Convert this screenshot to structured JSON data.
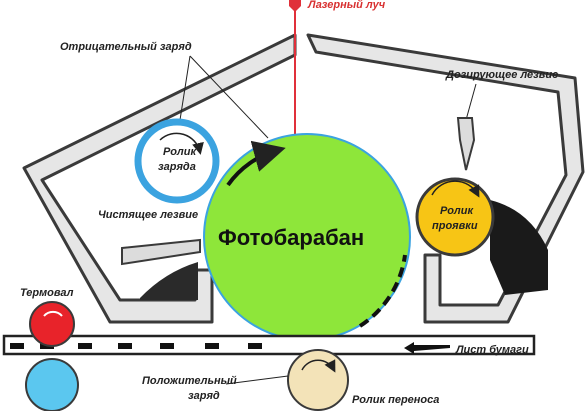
{
  "labels": {
    "laser_beam": "Лазерный луч",
    "negative_charge": "Отрицательный заряд",
    "dosing_blade": "Дозирующее лезвие",
    "charge_roller": "Ролик заряда",
    "drum": "Фотобарабан",
    "developer_roller": "Ролик проявки",
    "cleaning_blade": "Чистящее лезвие",
    "fuser": "Термовал",
    "paper_sheet": "Лист бумаги",
    "positive_charge": "Положительный заряд",
    "transfer_roller": "Ролик переноса"
  },
  "colors": {
    "drum": "#8ee63a",
    "charge_roller_ring": "#3ba3e0",
    "developer_roller": "#f7c515",
    "fuser_top": "#e8232a",
    "fuser_bottom": "#5bc7ef",
    "transfer_roller": "#f3e3b8",
    "laser": "#e0303a",
    "housing_fill": "#e6e6e6",
    "housing_stroke": "#3a3a3a"
  }
}
